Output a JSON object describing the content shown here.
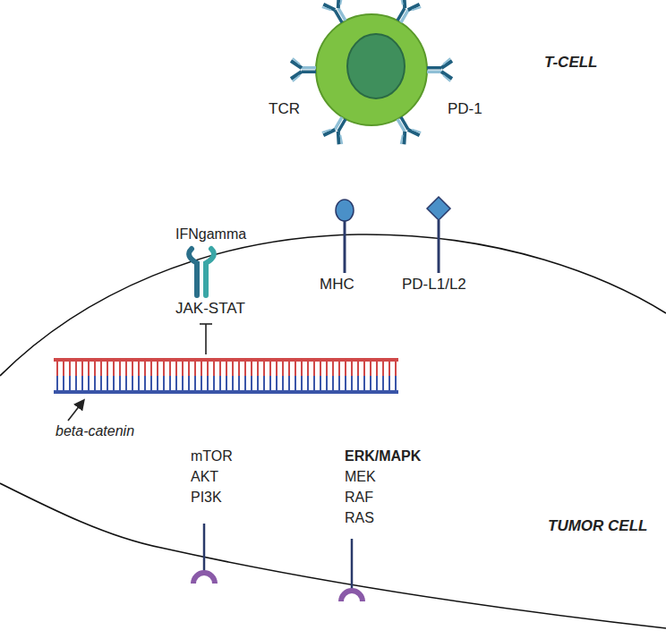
{
  "diagram": {
    "labels": [
      "T-CELL",
      "TCR",
      "PD-1",
      "IFNgamma",
      "MHC",
      "PD-L1/L2",
      "JAK-STAT",
      "beta-catenin",
      "mTOR",
      "AKT",
      "PI3K",
      "ERK/MAPK",
      "MEK",
      "RAF",
      "RAS",
      "TUMOR CELL"
    ]
  }
}
